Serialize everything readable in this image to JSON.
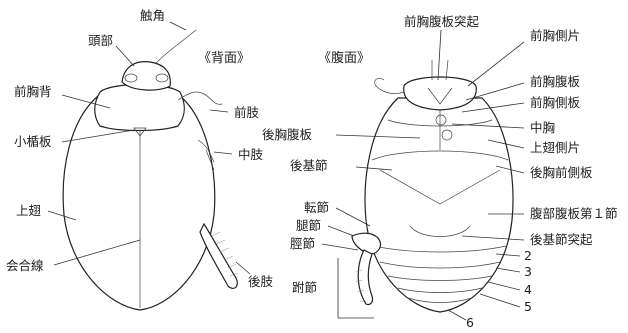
{
  "dorsal": {
    "title": "《背面》",
    "labels": {
      "antenna": "触角",
      "head": "頭部",
      "pronotum": "前胸背",
      "foreleg": "前肢",
      "scutellum": "小楯板",
      "midleg": "中肢",
      "elytron": "上翅",
      "suture": "会合線",
      "hindleg": "後肢"
    }
  },
  "ventral": {
    "title": "《腹面》",
    "labels": {
      "prosternal_process": "前胸腹板突起",
      "propleuron": "前胸側片",
      "prosternum": "前胸腹板",
      "proepimeron": "前胸側板",
      "metasternum": "後胸腹板",
      "mesothorax": "中胸",
      "epipleuron": "上翅側片",
      "hind_coxa": "後基節",
      "metepisternum": "後胸前側板",
      "trochanter": "転節",
      "abdominal_sternite_1": "腹部腹板第１節",
      "femur": "腿節",
      "coxal_process": "後基節突起",
      "tibia": "脛節",
      "tarsus": "跗節",
      "seg2": "2",
      "seg3": "3",
      "seg4": "4",
      "seg5": "5",
      "seg6": "6"
    }
  }
}
